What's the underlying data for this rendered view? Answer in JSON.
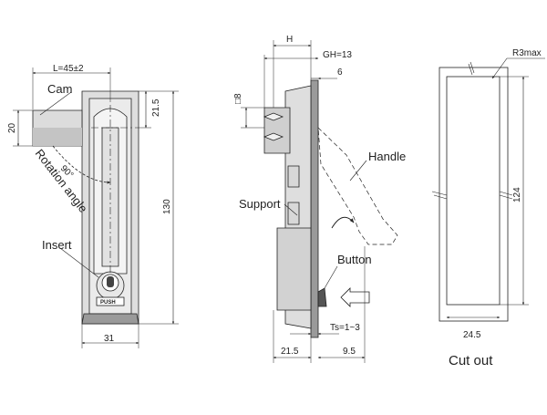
{
  "colors": {
    "line": "#222222",
    "body_fill": "#dedede",
    "body_fill_light": "#ebebeb",
    "body_dark": "#8a8a8a"
  },
  "dimensions": {
    "front": {
      "length": "L=45±2",
      "cam_height": "20",
      "top_offset": "21.5",
      "height": "130",
      "width": "31",
      "angle": "90°"
    },
    "side": {
      "h": "H",
      "gh": "GH=13",
      "offset": "6",
      "square": "□8",
      "ts": "Ts=1~3",
      "left_depth": "21.5",
      "right_depth": "9.5"
    },
    "cutout": {
      "radius": "R3max",
      "height": "124",
      "width": "24.5"
    }
  },
  "labels": {
    "cam": "Cam",
    "rotation_angle": "Rotation angle",
    "insert": "Insert",
    "push": "PUSH",
    "handle": "Handle",
    "support": "Support",
    "button": "Button",
    "cut_out": "Cut out"
  }
}
